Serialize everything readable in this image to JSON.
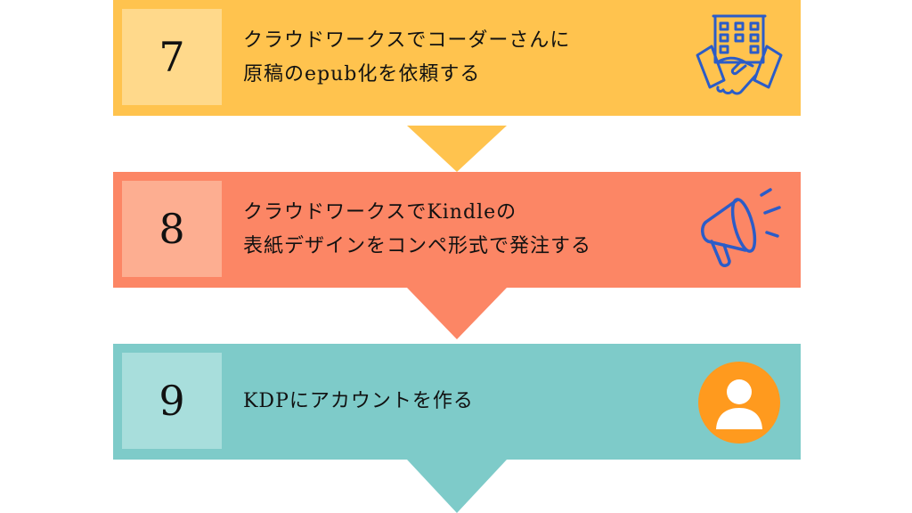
{
  "steps": [
    {
      "number": "7",
      "line1": "クラウドワークスでコーダーさんに",
      "line2": "原稿のepub化を依頼する",
      "icon": "building-handshake-icon",
      "color": "#FFC34E"
    },
    {
      "number": "8",
      "line1": "クラウドワークスでKindleの",
      "line2": "表紙デザインをコンペ形式で発注する",
      "icon": "megaphone-icon",
      "color": "#FC8665"
    },
    {
      "number": "9",
      "line1": "KDPにアカウントを作る",
      "line2": "",
      "icon": "user-icon",
      "color": "#7ECBC9"
    }
  ]
}
